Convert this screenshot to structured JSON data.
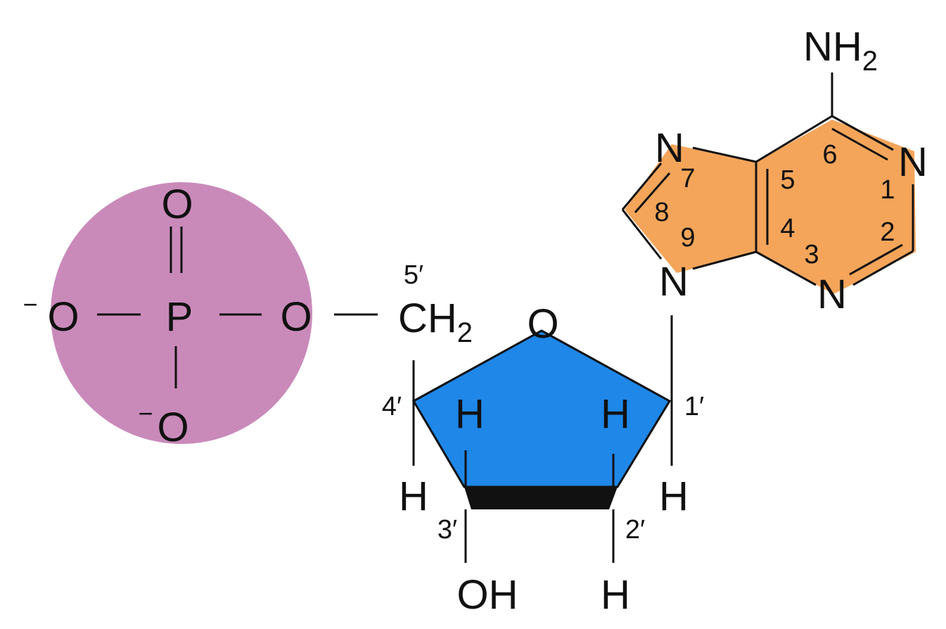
{
  "colors": {
    "phosphate_fill": "#c98aba",
    "sugar_fill": "#1e87e8",
    "base_fill": "#f4a55a",
    "sugar_edge": "#111111"
  },
  "phosphate": {
    "o_top": "O",
    "p": "P",
    "o_left": "O",
    "o_left_charge": "−",
    "o_right": "O",
    "o_bottom": "O",
    "o_bottom_charge": "−"
  },
  "sugar": {
    "ch2": "CH",
    "ch2_sub": "2",
    "ring_o": "O",
    "pos_5": "5′",
    "pos_4": "4′",
    "pos_3": "3′",
    "pos_2": "2′",
    "pos_1": "1′",
    "h_4_inner": "H",
    "h_1_inner": "H",
    "h_3": "H",
    "h_1": "H",
    "h_2": "H",
    "oh_3": "OH"
  },
  "base": {
    "nh2": "NH",
    "nh2_sub": "2",
    "n7": "N",
    "n1": "N",
    "n9": "N",
    "n3": "N",
    "pos_1": "1",
    "pos_2": "2",
    "pos_3": "3",
    "pos_4": "4",
    "pos_5": "5",
    "pos_6": "6",
    "pos_7": "7",
    "pos_8": "8",
    "pos_9": "9"
  }
}
